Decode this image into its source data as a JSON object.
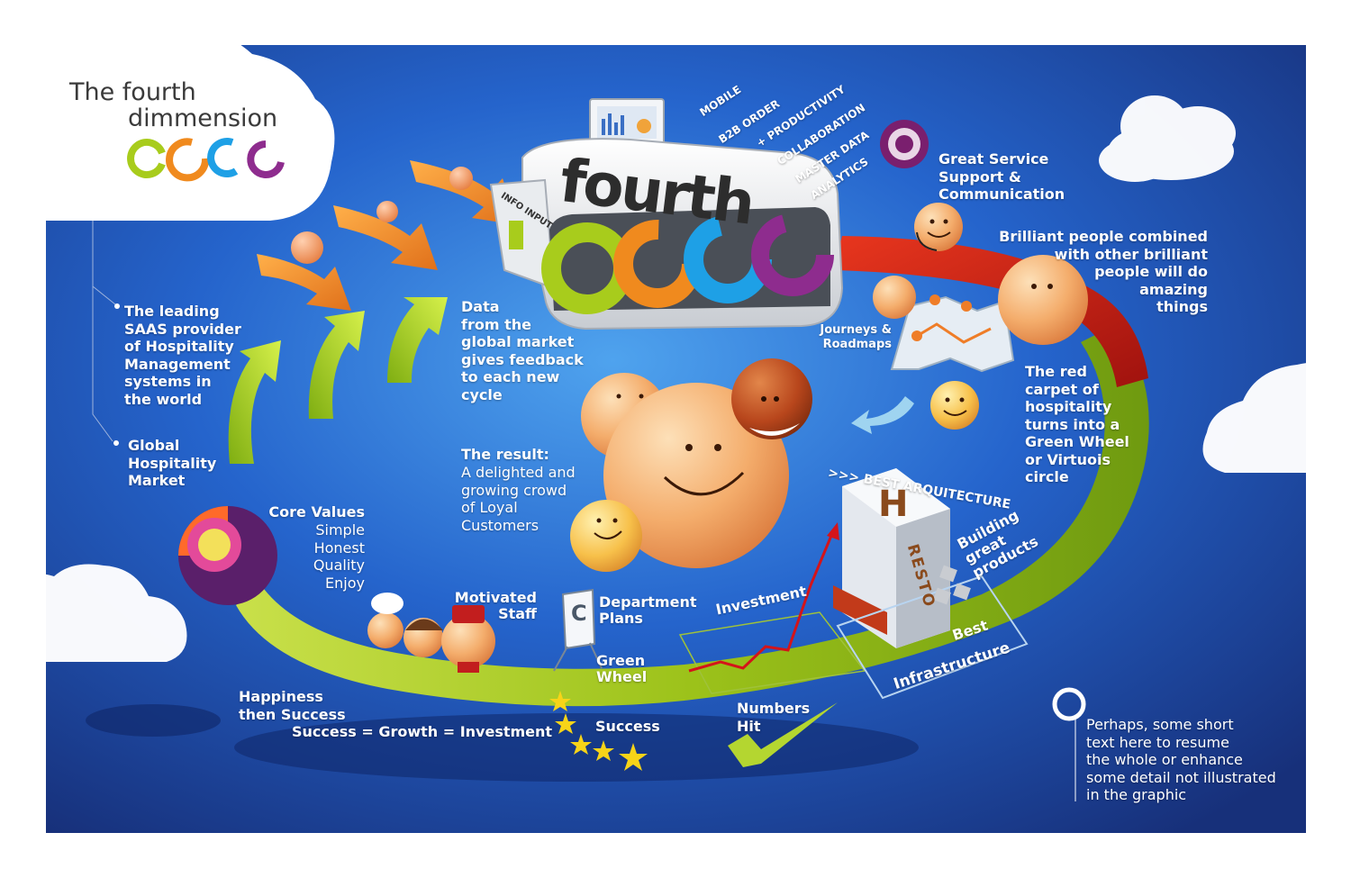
{
  "title": {
    "line1": "The fourth",
    "line2": "dimmension"
  },
  "machine": {
    "brand_word": "fourth",
    "info_input": "INFO INPUT",
    "outputs": [
      "MOBILE",
      "B2B ORDER",
      "+ PRODUCTIVITY",
      "COLLABORATION",
      "MASTER DATA",
      "ANALYTICS"
    ]
  },
  "left_notes": {
    "leading_saas": "The leading\nSAAS provider\nof Hospitality\nManagement\nsystems in\nthe world",
    "global_market": "Global\nHospitality\nMarket"
  },
  "core_values": {
    "heading": "Core Values",
    "items": "Simple\nHonest\nQuality\nEnjoy"
  },
  "labels": {
    "data_feedback": "Data\nfrom the\nglobal market\ngives feedback\nto each new\ncycle",
    "result_heading": "The result:",
    "result_text": "A delighted and\ngrowing crowd\nof Loyal\nCustomers",
    "great_service": "Great Service\nSupport &\nCommunication",
    "brilliant_people": "Brilliant people combined\nwith other brilliant\npeople will do\namazing\nthings",
    "journeys": "Journeys &\nRoadmaps",
    "red_carpet": "The red\ncarpet of\nhospitality\nturns into a\nGreen Wheel\nor Virtuois\ncircle",
    "best_arquitecture": ">>> BEST ARQUITECTURE",
    "building": "Building\ngreat\nproducts",
    "best_infrastructure_1": "Best",
    "best_infrastructure_2": "Infrastructure",
    "investment": "Investment",
    "department_plans": "Department\nPlans",
    "motivated_staff": "Motivated\nStaff",
    "green_wheel": "Green\nWheel",
    "happiness": "Happiness\nthen Success",
    "success_formula": "Success = Growth = Investment",
    "success": "Success",
    "numbers_hit": "Numbers\nHit",
    "summary_note": "Perhaps, some short\ntext here to resume\nthe whole or enhance\nsome detail not illustrated\nin the graphic",
    "hotel_letter": "H",
    "resto": "RESTO",
    "chart_letter": "C"
  },
  "colors": {
    "background_top": "#1f5fc4",
    "background_bottom": "#16347e",
    "green": "#a8cc1c",
    "orange": "#f08a1e",
    "blue": "#1ea0e6",
    "purple": "#8e2c8e",
    "red": "#d42218",
    "text": "#ffffff",
    "title_text": "#3a3a3a"
  }
}
